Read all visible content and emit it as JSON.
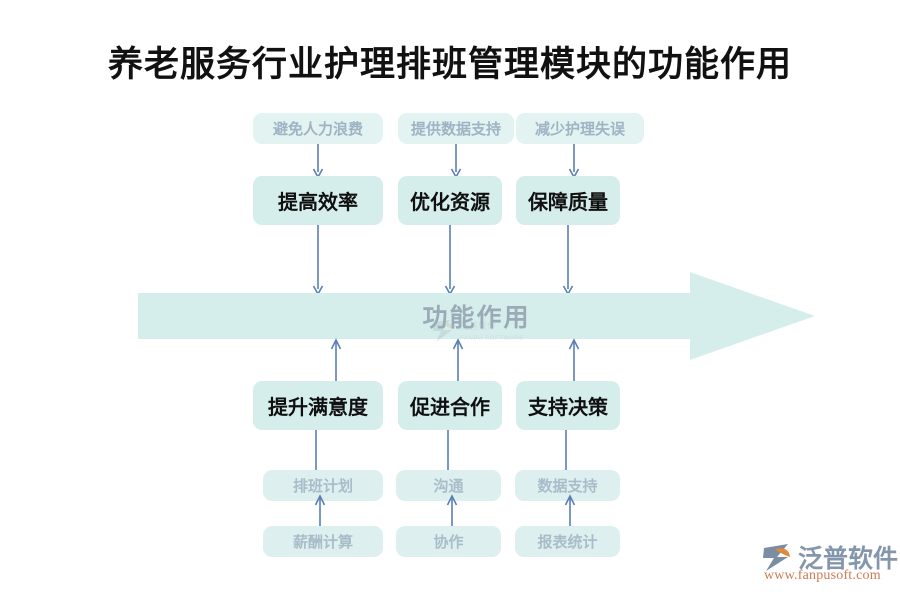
{
  "page": {
    "title": "养老服务行业护理排班管理模块的功能作用",
    "background_color": "#ffffff"
  },
  "diagram": {
    "center_banner": {
      "label": "功能作用",
      "fill_color": "#d6eeeb",
      "text_color": "#9aabb8",
      "direction": "right"
    },
    "colors": {
      "solid_box_fill": "#d6eeeb",
      "solid_box_text": "#101010",
      "faded_box_fill": "#e2f3f1",
      "faded_box_text": "#9fb3c4",
      "connector": "#5a7fb5"
    },
    "columns": [
      {
        "name": "column-1",
        "top_outcome": "避免人力浪费",
        "top_benefit": "提高效率",
        "bottom_benefit": "提升满意度",
        "bottom_input": "排班计划",
        "bottom_source": "薪酬计算"
      },
      {
        "name": "column-2",
        "top_outcome": "提供数据支持",
        "top_benefit": "优化资源",
        "bottom_benefit": "促进合作",
        "bottom_input": "沟通",
        "bottom_source": "协作"
      },
      {
        "name": "column-3",
        "top_outcome": "减少护理失误",
        "top_benefit": "保障质量",
        "bottom_benefit": "支持决策",
        "bottom_input": "数据支持",
        "bottom_source": "报表统计"
      }
    ]
  },
  "logo": {
    "name": "泛普软件",
    "url": "www.fanpusoft.com",
    "mark_color_primary": "#7b8da3",
    "mark_color_accent": "#e08a3c"
  }
}
